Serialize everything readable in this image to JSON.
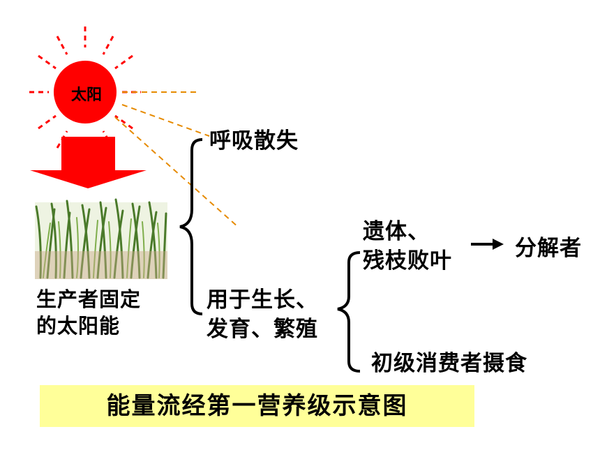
{
  "sun": {
    "label": "太阳",
    "color": "#ff0000"
  },
  "producer": {
    "line1": "生产者固定",
    "line2": "的太阳能"
  },
  "respiration": {
    "label": "呼吸散失"
  },
  "growth": {
    "line1": "用于生长、",
    "line2": "发育、繁殖"
  },
  "remains": {
    "line1": "遗体、",
    "line2": "残枝败叶"
  },
  "decomposer": {
    "label": "分解者"
  },
  "consumer": {
    "label": "初级消费者摄食"
  },
  "title": {
    "text": "能量流经第一营养级示意图",
    "background": "#ffff99"
  },
  "colors": {
    "arrow": "#ff0000",
    "dashed": "#e68a00",
    "bracket": "#000000"
  }
}
